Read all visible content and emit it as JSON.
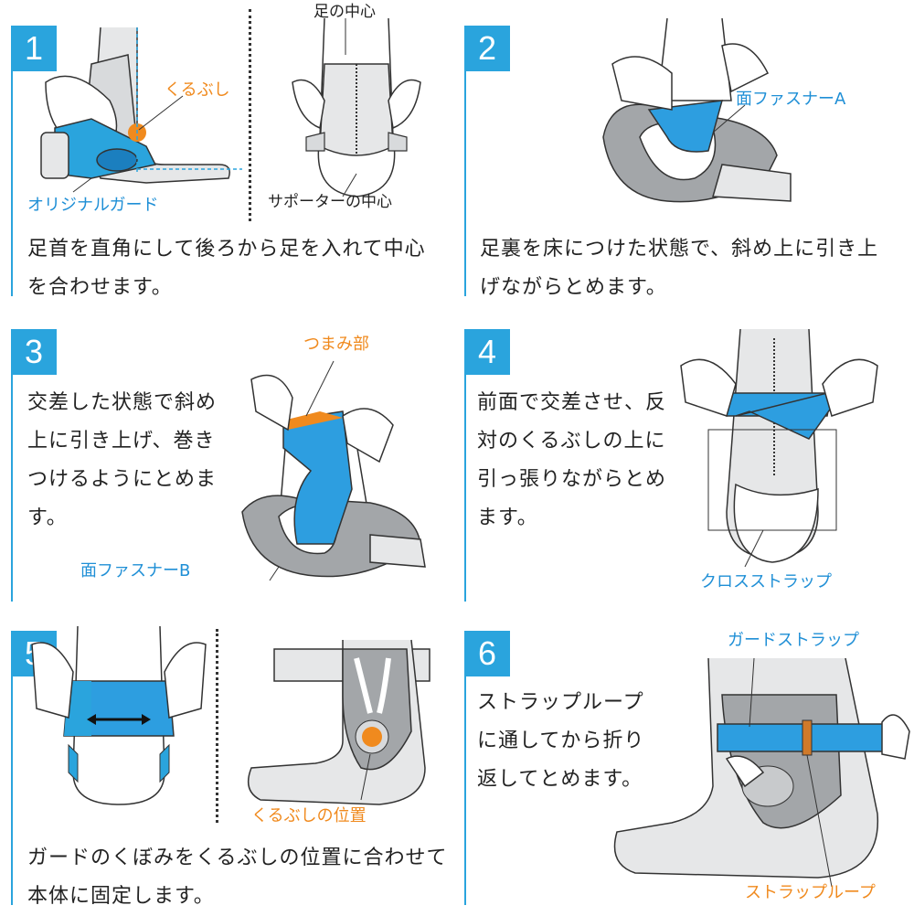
{
  "colors": {
    "accent_blue": "#2aa4dd",
    "orange": "#f08a1e",
    "strap_blue": "#2d9ee0",
    "label_blue": "#1f8fd6",
    "gray": "#a3a6a9",
    "light": "#e6e7e8"
  },
  "steps": [
    {
      "number": "1",
      "text": "足首を直角にして後ろから足を入れて中心を合わせます。",
      "labels": {
        "foot_center": "足の中心",
        "ankle_bone": "くるぶし",
        "original_guard": "オリジナルガード",
        "supporter_center": "サポーターの中心"
      }
    },
    {
      "number": "2",
      "text": "足裏を床につけた状態で、斜め上に引き上げながらとめます。",
      "labels": {
        "fastener_a": "面ファスナーA"
      }
    },
    {
      "number": "3",
      "text": "交差した状態で斜め上に引き上げ、巻きつけるようにとめます。",
      "labels": {
        "grip": "つまみ部",
        "fastener_b": "面ファスナーB"
      }
    },
    {
      "number": "4",
      "text": "前面で交差させ、反対のくるぶしの上に引っ張りながらとめます。",
      "labels": {
        "cross_strap": "クロスストラップ"
      }
    },
    {
      "number": "5",
      "text": "ガードのくぼみをくるぶしの位置に合わせて本体に固定します。",
      "labels": {
        "ankle_position": "くるぶしの位置"
      }
    },
    {
      "number": "6",
      "text": "ストラップループに通してから折り返してとめます。",
      "labels": {
        "guard_strap": "ガードストラップ",
        "strap_loop": "ストラップループ"
      }
    }
  ]
}
